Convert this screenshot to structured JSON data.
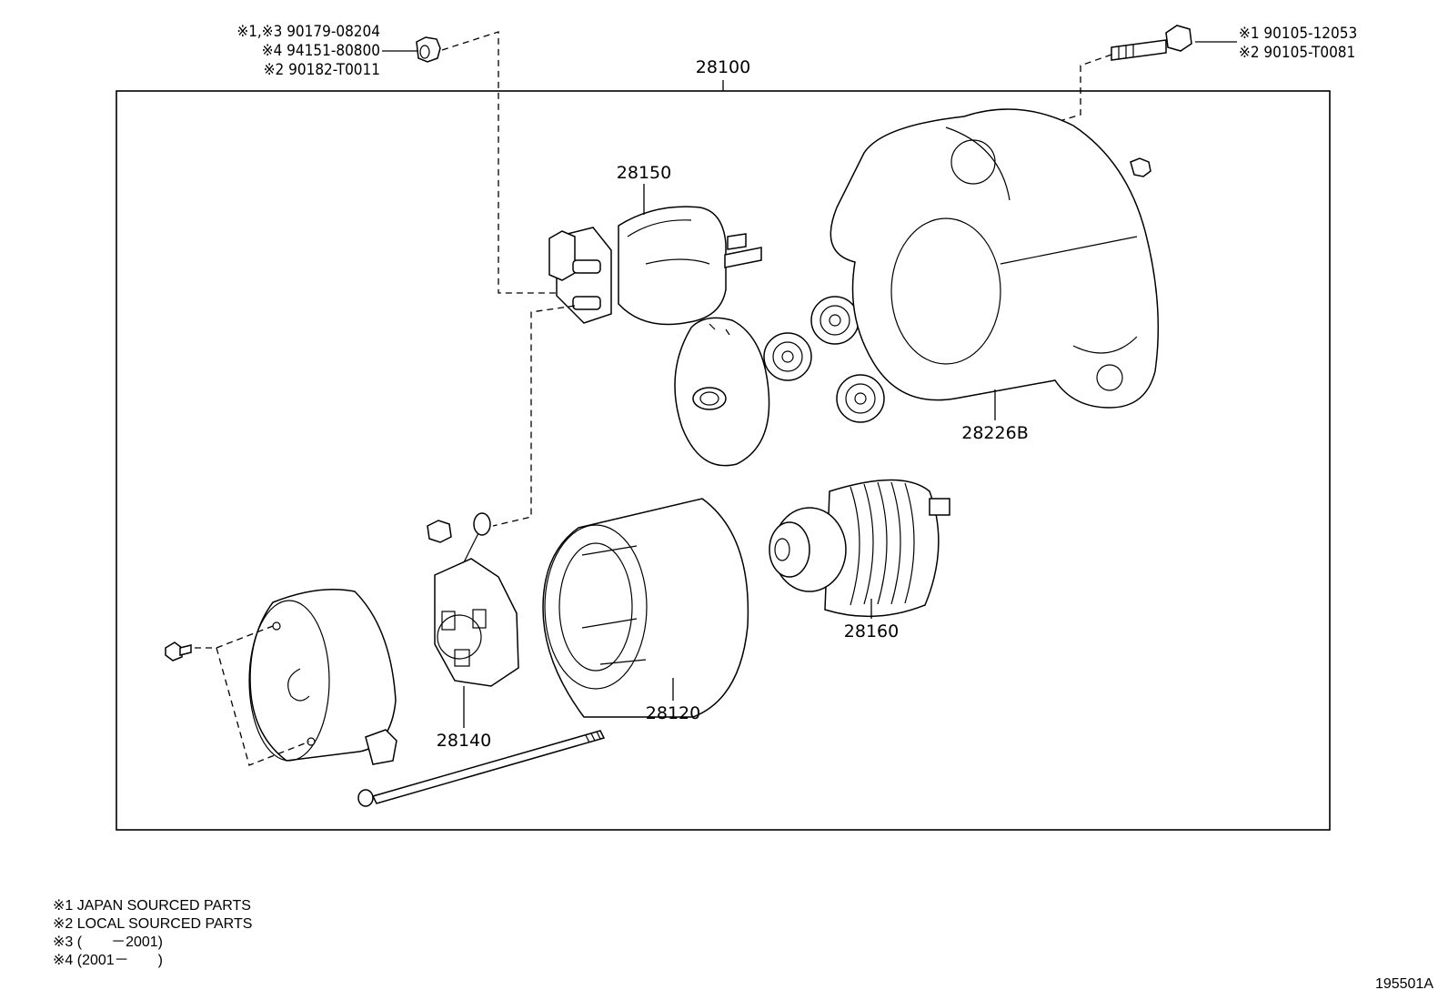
{
  "assembly_label": "28100",
  "callouts": {
    "nut_left_line1": "※1,※3 90179-08204",
    "nut_left_line2": "※4 94151-80800",
    "nut_left_line3": "※2 90182-T0011",
    "bolt_right_line1": "※1 90105-12053",
    "bolt_right_line2": "※2 90105-T0081",
    "solenoid": "28150",
    "housing": "28226B",
    "clutch": "28160",
    "yoke": "28120",
    "brush_holder": "28140"
  },
  "notes": [
    "※1 JAPAN SOURCED PARTS",
    "※2 LOCAL SOURCED PARTS",
    "※3 (　　－2001)",
    "※4 (2001－　　)"
  ],
  "reference_code": "195501A"
}
